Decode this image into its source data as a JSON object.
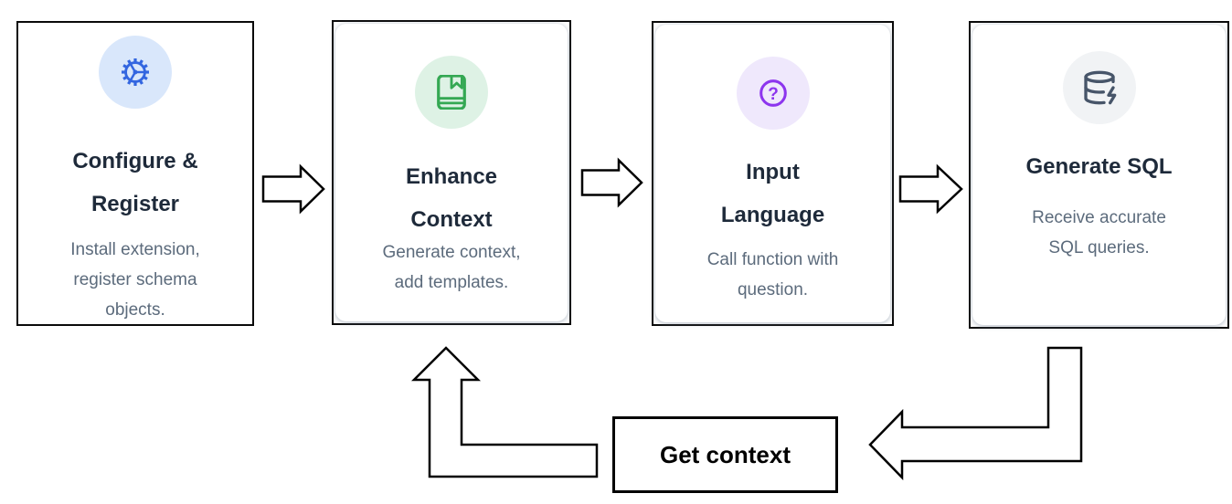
{
  "diagram": {
    "kind": "flowchart",
    "description_of_flow": "Four step cards connected left-to-right with block arrows, plus a feedback loop from the last card through a Get context box back to the second card."
  },
  "steps": [
    {
      "title": "Configure & Register",
      "title_lines": [
        "Configure &",
        "Register"
      ],
      "description": "Install extension, register schema objects.",
      "description_lines": [
        "Install extension,",
        "register schema",
        "objects."
      ],
      "icon": "gear-icon",
      "icon_color": "#3366e0",
      "icon_bg": "#d9e7fb"
    },
    {
      "title": "Enhance Context",
      "title_lines": [
        "Enhance",
        "Context"
      ],
      "description": "Generate context, add templates.",
      "description_lines": [
        "Generate context,",
        "add templates."
      ],
      "icon": "book-bookmark-icon",
      "icon_color": "#34a853",
      "icon_bg": "#def2e5"
    },
    {
      "title": "Input Language",
      "title_lines": [
        "Input",
        "Language"
      ],
      "description": "Call function with question.",
      "description_lines": [
        "Call function with",
        "question."
      ],
      "icon": "question-circle-icon",
      "icon_color": "#8d35ee",
      "icon_bg": "#efe8fc"
    },
    {
      "title": "Generate SQL",
      "title_lines": [
        "Generate SQL"
      ],
      "description": "Receive accurate SQL queries.",
      "description_lines": [
        "Receive accurate",
        "SQL queries."
      ],
      "icon": "database-zap-icon",
      "icon_color": "#475569",
      "icon_bg": "#f1f3f5"
    }
  ],
  "feedback": {
    "label": "Get context"
  },
  "colors": {
    "card_border": "#000000",
    "title_text": "#1e2a3a",
    "description_text": "#5c6b7c",
    "arrow_outline": "#000000",
    "background": "#ffffff"
  }
}
